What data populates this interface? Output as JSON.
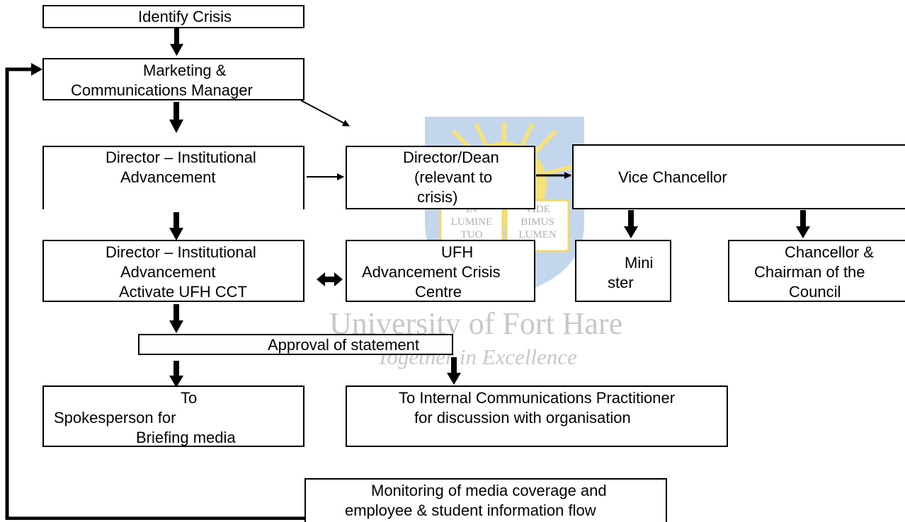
{
  "watermark": {
    "title": "University of Fort Hare",
    "motto": "Together in Excellence",
    "crest_left": [
      "IN",
      "LUMINE",
      "TUO"
    ],
    "crest_right": [
      "VIDE",
      "BIMUS",
      "LUMEN"
    ],
    "colors": {
      "sun": "#f6e27a",
      "sky": "#b9cfe8",
      "text": "#c8c8c8"
    }
  },
  "nodes": {
    "identify": [
      "Identify Crisis"
    ],
    "marketing": [
      "Marketing &",
      "Communications Manager"
    ],
    "director1": [
      "Director – Institutional",
      "Advancement"
    ],
    "dean": [
      "Director/Dean",
      "(relevant to",
      "crisis)"
    ],
    "vc": [
      "Vice Chancellor"
    ],
    "director2": [
      "Director – Institutional",
      "Advancement",
      "Activate UFH CCT"
    ],
    "ufh": [
      "UFH",
      "Advancement Crisis",
      "Centre"
    ],
    "minister": [
      "Mini",
      "ster"
    ],
    "chancellor": [
      "Chancellor &",
      "Chairman of the",
      "Council"
    ],
    "approval": [
      "Approval of statement"
    ],
    "spokesperson": [
      "To",
      "Spokesperson for",
      "Briefing media"
    ],
    "internal": [
      "To Internal Communications Practitioner",
      "for discussion with organisation"
    ],
    "monitoring": [
      "Monitoring of media coverage and",
      "employee & student information flow"
    ]
  }
}
